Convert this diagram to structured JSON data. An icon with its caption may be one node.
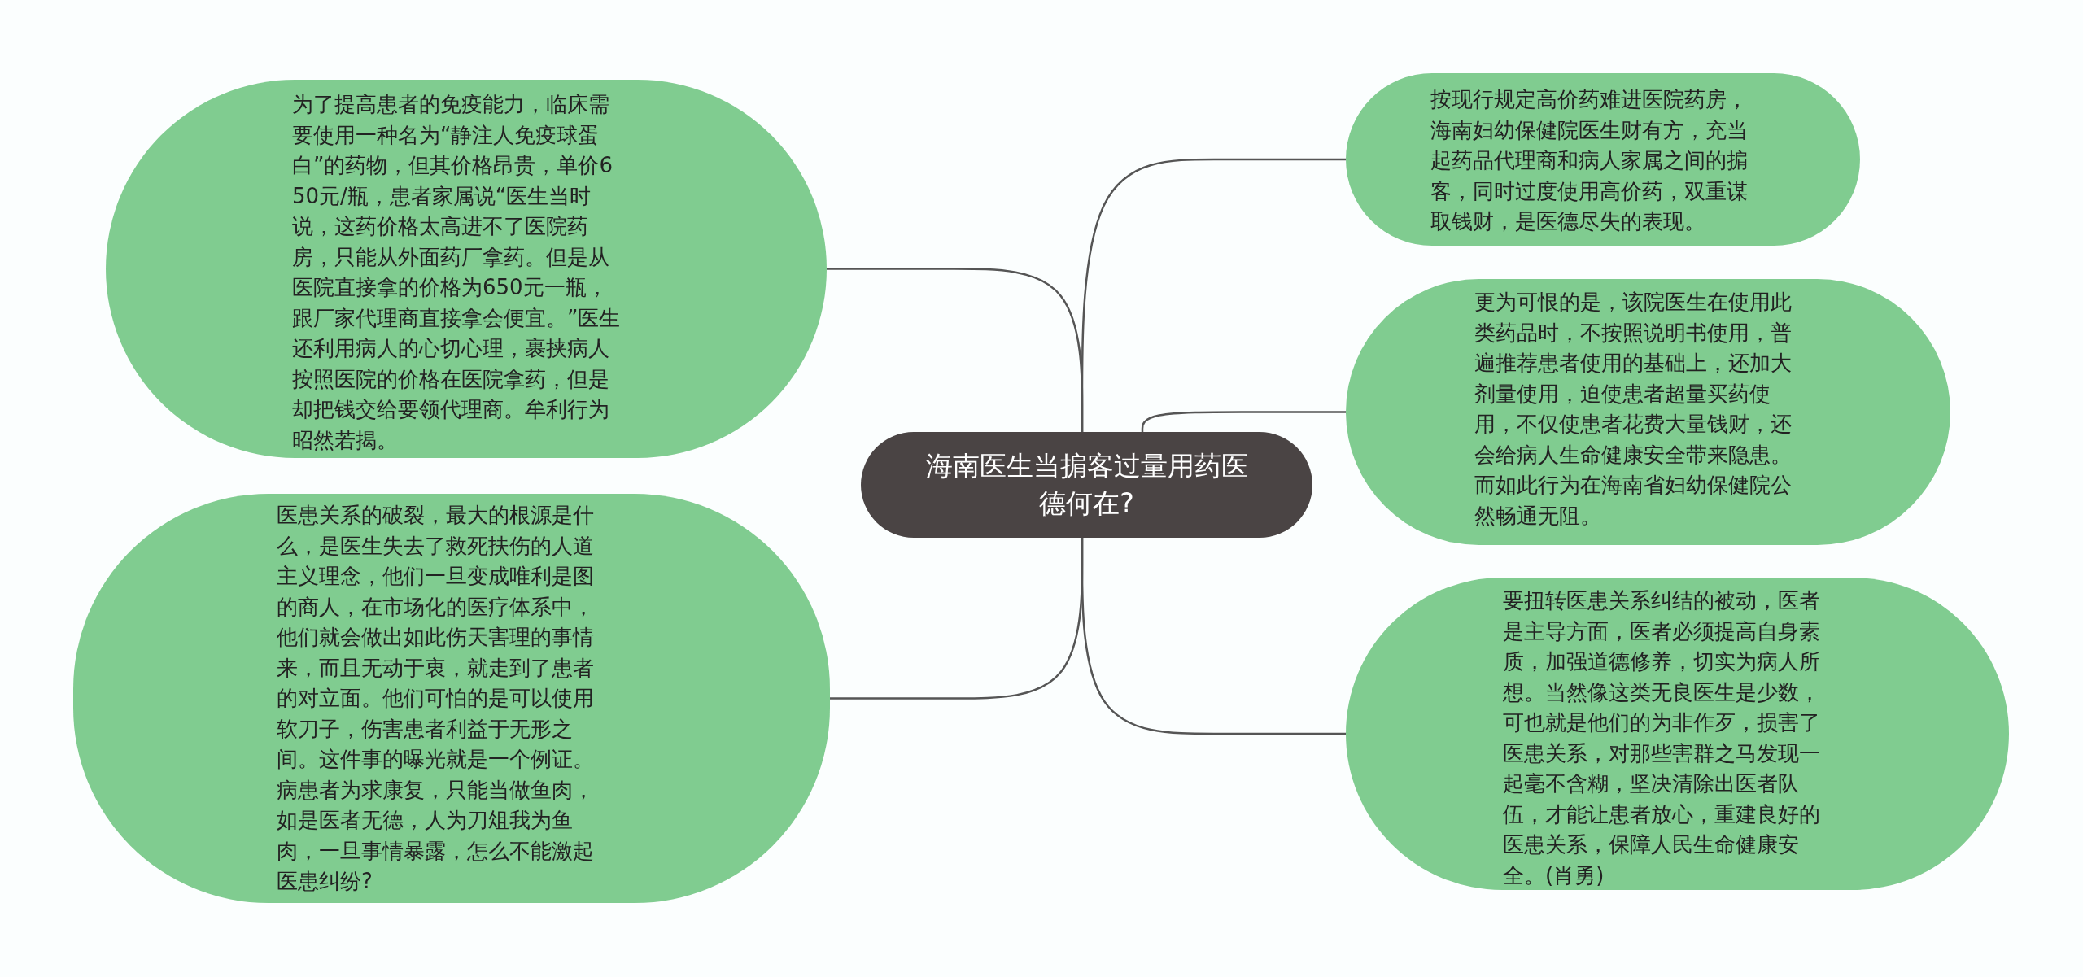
{
  "diagram": {
    "nodes": [
      {
        "text": [
          "海南医生当掮客过量用药医德何在?"
        ]
      },
      {
        "text": [
          "为了提高患者的免疫能力，临床需要使用一种名为“静注人免疫球蛋白”的药物，但其价格昂贵，单价650元/瓶，患者家属说“医生当时说，这药价格太高进不了医院药房，只能从外面药厂拿药。但是从医院直接拿的价格为650元一瓶，跟厂家代理商直接拿会便宜。”医生还利用病人的心切心理，裹挟病人按照医院的价格在医院拿药，但是却把钱交给要领代理商。牟利行为昭然若揭。"
        ]
      },
      {
        "text": [
          "医患关系的破裂，最大的根源是什么，是医生失去了救死扶伤的人道主义理念，他们一旦变成唯利是图的商人，在市场化的医疗体系中，他们就会做出如此伤天害理的事情来，而且无动于衷，就走到了患者的对立面。他们可怕的是可以使用软刀子，伤害患者利益于无形之间。这件事的曝光就是一个例证。病患者为求康复，只能当做鱼肉，如是医者无德，人为刀俎我为鱼肉，一旦事情暴露，怎么不能激起医患纠纷?"
        ]
      },
      {
        "text": [
          "按现行规定高价药难进医院药房，海南妇幼保健院医生财有方，充当起药品代理商和病人家属之间的掮客，同时过度使用高价药，双重谋取钱财，是医德尽失的表现。"
        ]
      },
      {
        "text": [
          "更为可恨的是，该院医生在使用此类药品时，不按照说明书使用，普遍推荐患者使用的基础上，还加大剂量使用，迫使患者超量买药使用，不仅使患者花费大量钱财，还会给病人生命健康安全带来隐患。而如此行为在海南省妇幼保健院公然畅通无阻。"
        ]
      },
      {
        "text": [
          "要扭转医患关系纠结的被动，医者是主导方面，医者必须提高自身素质，加强道德修养，切实为病人所想。当然像这类无良医生是少数，可也就是他们的为非作歹，损害了医患关系，对那些害群之马发现一起毫不含糊，坚决清除出医者队伍，才能让患者放心，重建良好的医患关系，保障人民生命健康安全。(肖勇)"
        ]
      }
    ],
    "edges": [
      {
        "from": 0,
        "to": 1,
        "arrow": "none"
      },
      {
        "from": 0,
        "to": 2,
        "arrow": "none"
      },
      {
        "from": 0,
        "to": 3,
        "arrow": "none"
      },
      {
        "from": 0,
        "to": 4,
        "arrow": "none"
      },
      {
        "from": 0,
        "to": 5,
        "arrow": "none"
      }
    ]
  }
}
